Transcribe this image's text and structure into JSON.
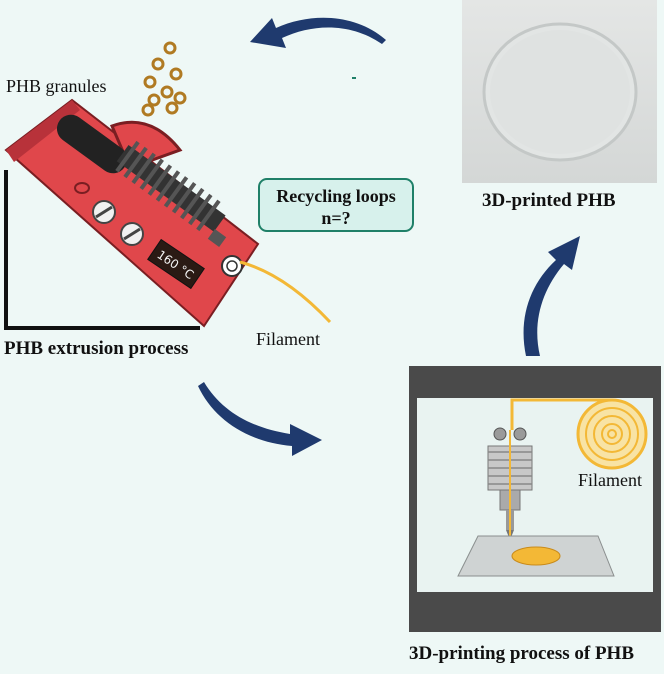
{
  "labels": {
    "granules": "PHB granules",
    "extrusion": "PHB extrusion process",
    "filament_left": "Filament",
    "printed": "3D-printed PHB",
    "filament_right": "Filament",
    "printing": "3D-printing process of PHB",
    "temperature": "160 °C",
    "loops_line1": "Recycling loops",
    "loops_line2": "n=?"
  },
  "colors": {
    "background": "#eef8f6",
    "extruder_red": "#e0474b",
    "arrow_navy": "#1f3a6e",
    "filament_gold": "#f3b836",
    "box_border": "#1f8068",
    "box_fill": "#d7f1ec"
  }
}
